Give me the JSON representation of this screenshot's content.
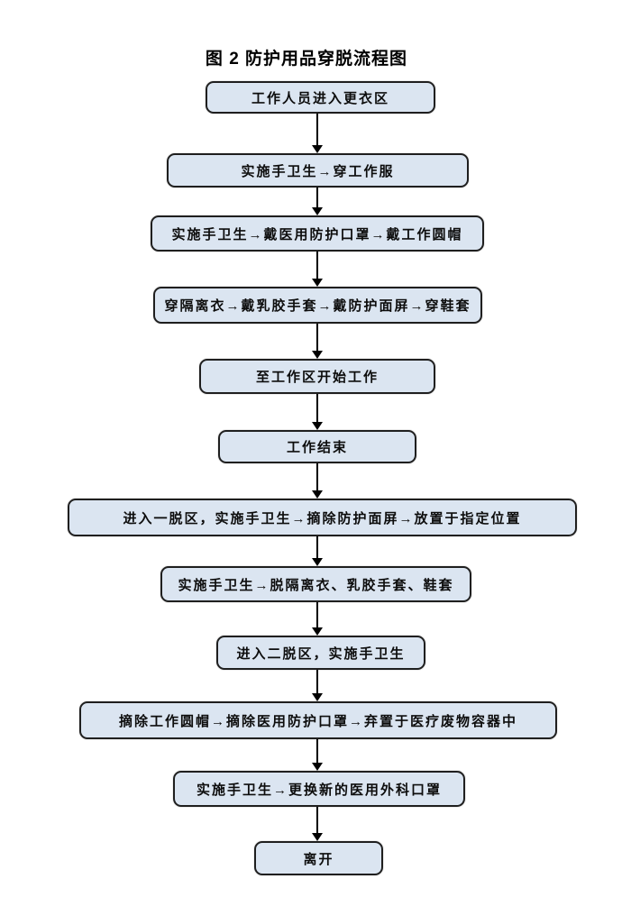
{
  "flowchart": {
    "title": "图 2 防护用品穿脱流程图",
    "colors": {
      "node_fill": "#dbe5f1",
      "node_border": "#1f1f1f",
      "arrow": "#000000",
      "background": "#ffffff"
    },
    "steps": [
      {
        "label": "工作人员进入更衣区"
      },
      {
        "label": "实施手卫生→穿工作服"
      },
      {
        "label": "实施手卫生→戴医用防护口罩→戴工作圆帽"
      },
      {
        "label": "穿隔离衣→戴乳胶手套→戴防护面屏→穿鞋套"
      },
      {
        "label": "至工作区开始工作"
      },
      {
        "label": "工作结束"
      },
      {
        "label": "进入一脱区，实施手卫生→摘除防护面屏→放置于指定位置"
      },
      {
        "label": "实施手卫生→脱隔离衣、乳胶手套、鞋套"
      },
      {
        "label": "进入二脱区，实施手卫生"
      },
      {
        "label": "摘除工作圆帽→摘除医用防护口罩→弃置于医疗废物容器中"
      },
      {
        "label": "实施手卫生→更换新的医用外科口罩"
      },
      {
        "label": "离开"
      }
    ]
  }
}
